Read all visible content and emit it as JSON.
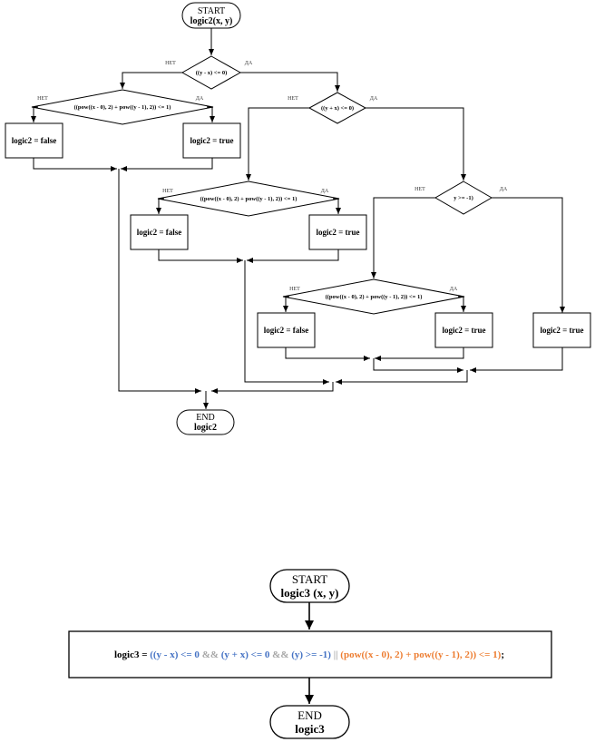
{
  "logic2": {
    "start_line1": "START",
    "start_line2": "logic2(x, y)",
    "cond_main": "((y - x) <= 0)",
    "cond_circle_a": "((pow((x - 0), 2) + pow((y - 1), 2)) <= 1)",
    "cond_yx": "((y + x) <= 0)",
    "cond_circle_b": "((pow((x - 0), 2) + pow((y - 1), 2)) <= 1)",
    "cond_y": "y >= -1)",
    "cond_circle_c": "((pow((x - 0), 2) + pow((y - 1), 2)) <= 1)",
    "false_label": "logic2 = false",
    "true_label": "logic2 = true",
    "no": "НЕТ",
    "yes": "ДА",
    "end_line1": "END",
    "end_line2": "logic2"
  },
  "logic3": {
    "start_line1": "START",
    "start_line2": "logic3 (x, y)",
    "assign_prefix": "logic3 = ",
    "part1": "((y - x) <= 0",
    "op1": " && ",
    "part2": "(y + x) <= 0",
    "op2": " && ",
    "part3": "(y) >= -1)",
    "op3": " || ",
    "part4": "(pow((x - 0), 2) + pow((y - 1), 2)) <= 1)",
    "terminator": ";",
    "end_line1": "END",
    "end_line2": "logic3"
  },
  "colors": {
    "blue": "#4472c4",
    "orange": "#ed7d31",
    "gray": "#a6a6a6",
    "black": "#000000"
  }
}
